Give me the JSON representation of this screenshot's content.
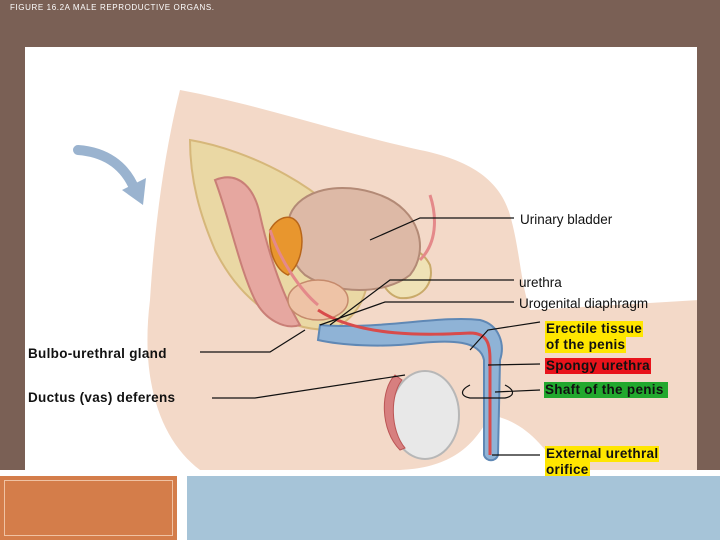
{
  "slide": {
    "title": "FIGURE 16.2A MALE REPRODUCTIVE ORGANS."
  },
  "labels": {
    "urinary_bladder": "Urinary bladder",
    "urethra": "urethra",
    "urogenital_diaphragm": "Urogenital diaphragm",
    "erectile_tissue": "Erectile tissue of the penis",
    "erectile_tissue_line1": "Erectile tissue",
    "erectile_tissue_line2": "of the penis",
    "spongy_urethra": "Spongy urethra",
    "shaft_of_penis": "Shaft of the penis",
    "external_urethral_orifice_line1": "External urethral",
    "external_urethral_orifice_line2": "orifice",
    "bulbo_urethral_gland": "Bulbo-urethral gland",
    "ductus_deferens": "Ductus (vas) deferens"
  },
  "colors": {
    "frame": "#7a6055",
    "highlight_yellow": "#ffe600",
    "highlight_red": "#e8131b",
    "highlight_green": "#22a82e",
    "accent_orange": "#d47d4a",
    "accent_blue": "#a6c4d8"
  }
}
